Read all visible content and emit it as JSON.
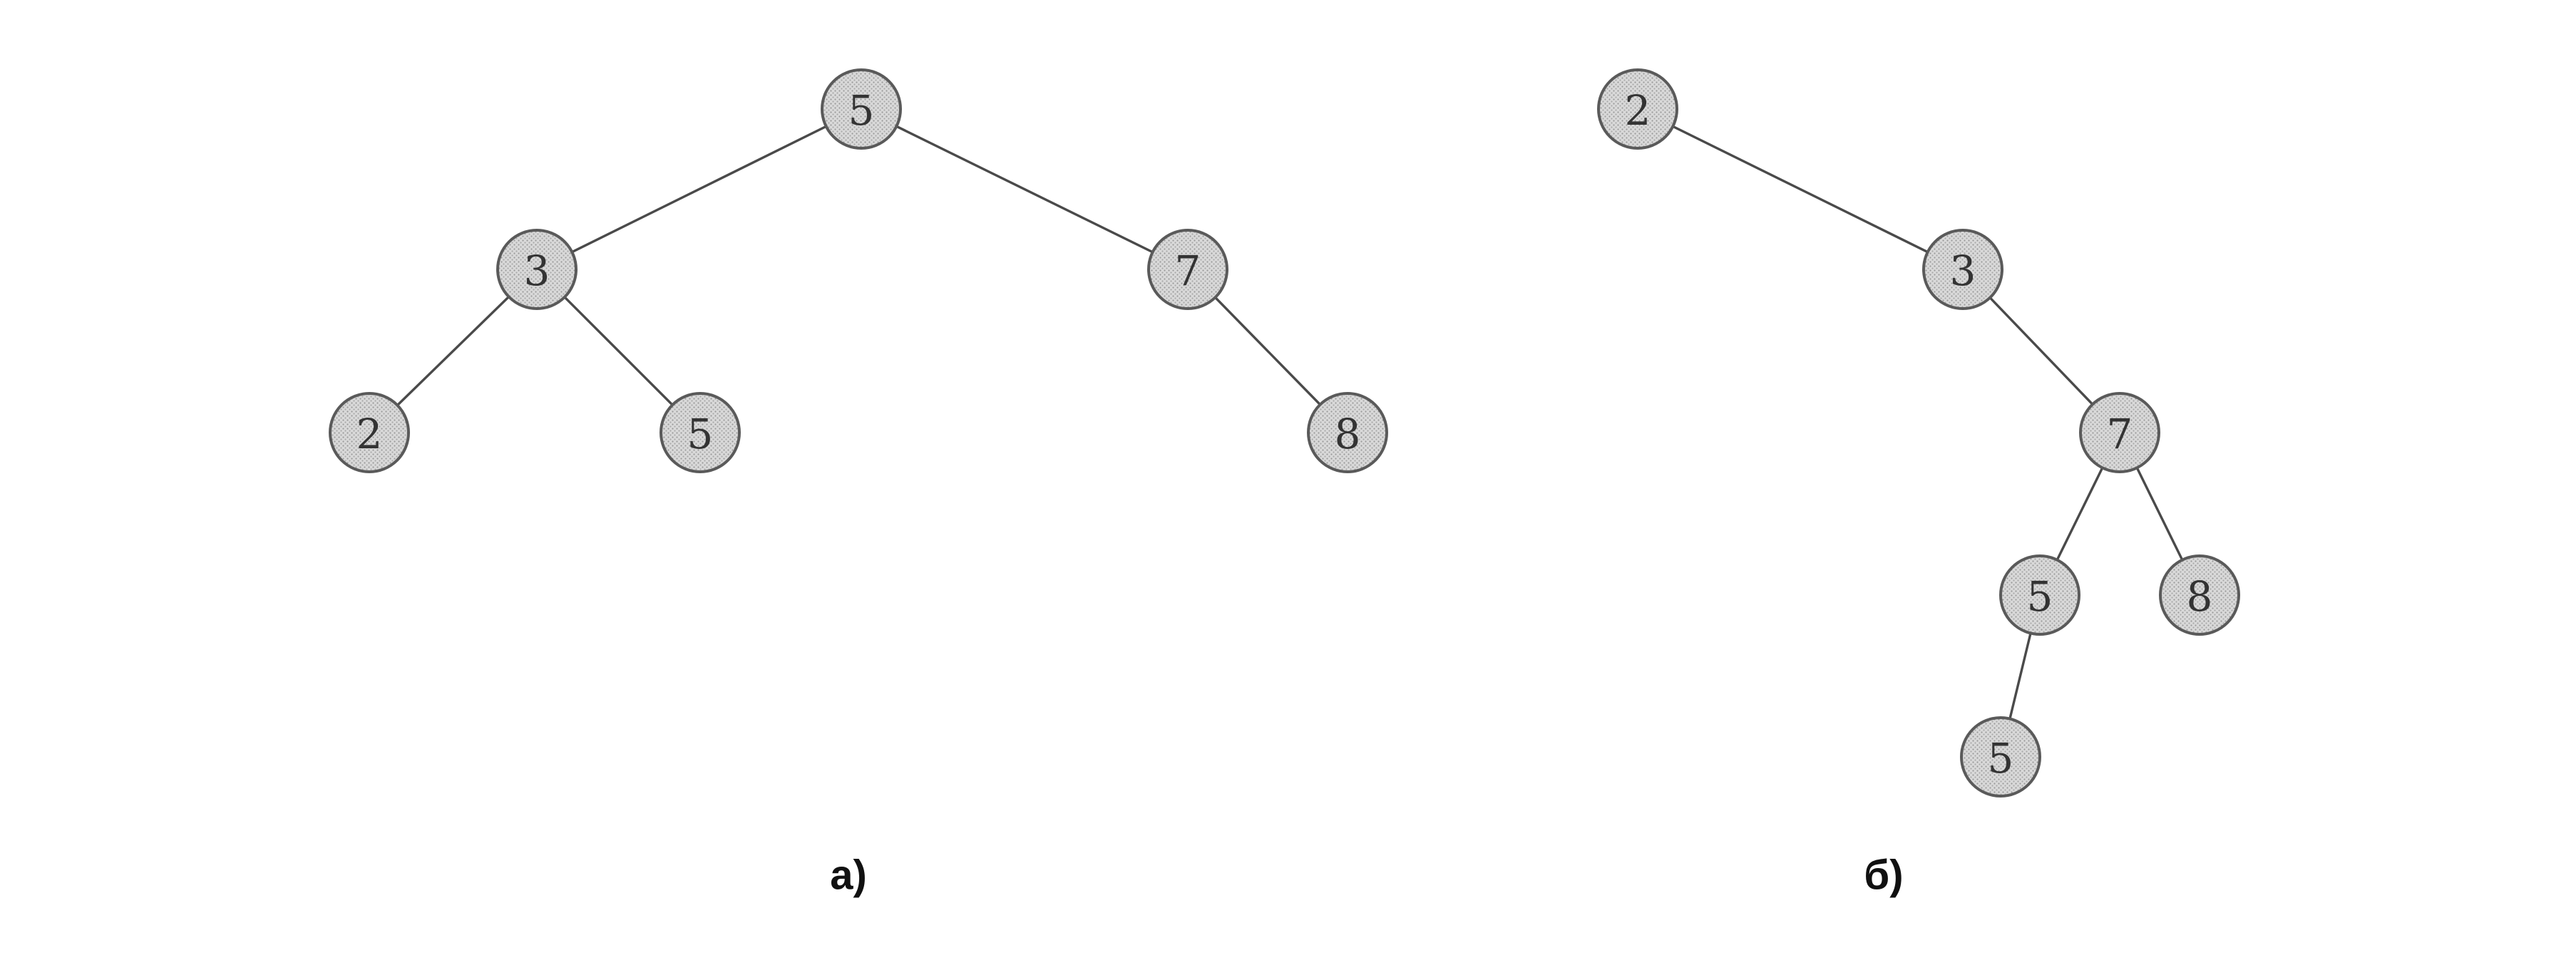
{
  "trees": [
    {
      "caption": "а)",
      "nodes": [
        {
          "id": "a_root",
          "label": "5"
        },
        {
          "id": "a_l",
          "label": "3"
        },
        {
          "id": "a_r",
          "label": "7"
        },
        {
          "id": "a_ll",
          "label": "2"
        },
        {
          "id": "a_lr",
          "label": "5"
        },
        {
          "id": "a_rr",
          "label": "8"
        }
      ],
      "edges": [
        [
          "a_root",
          "a_l"
        ],
        [
          "a_root",
          "a_r"
        ],
        [
          "a_l",
          "a_ll"
        ],
        [
          "a_l",
          "a_lr"
        ],
        [
          "a_r",
          "a_rr"
        ]
      ]
    },
    {
      "caption": "б)",
      "nodes": [
        {
          "id": "b_2",
          "label": "2"
        },
        {
          "id": "b_3",
          "label": "3"
        },
        {
          "id": "b_7",
          "label": "7"
        },
        {
          "id": "b_5a",
          "label": "5"
        },
        {
          "id": "b_8",
          "label": "8"
        },
        {
          "id": "b_5b",
          "label": "5"
        }
      ],
      "edges": [
        [
          "b_2",
          "b_3"
        ],
        [
          "b_3",
          "b_7"
        ],
        [
          "b_7",
          "b_5a"
        ],
        [
          "b_7",
          "b_8"
        ],
        [
          "b_5a",
          "b_5b"
        ]
      ]
    }
  ]
}
